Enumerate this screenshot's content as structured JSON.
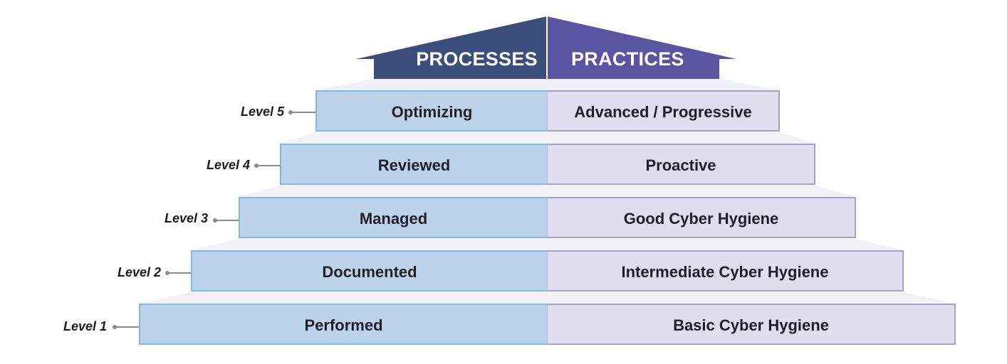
{
  "header": {
    "processes": "PROCESSES",
    "practices": "PRACTICES"
  },
  "levels": [
    {
      "level": "Level 1",
      "process": "Performed",
      "practice": "Basic Cyber Hygiene"
    },
    {
      "level": "Level 2",
      "process": "Documented",
      "practice": "Intermediate Cyber Hygiene"
    },
    {
      "level": "Level 3",
      "process": "Managed",
      "practice": "Good Cyber Hygiene"
    },
    {
      "level": "Level 4",
      "process": "Reviewed",
      "practice": "Proactive"
    },
    {
      "level": "Level 5",
      "process": "Optimizing",
      "practice": "Advanced / Progressive"
    }
  ],
  "colors": {
    "processes_roof": "#3c4f7c",
    "practices_roof": "#5a54a3",
    "process_fill": "#bdd3ea",
    "process_border": "#7cbbe7",
    "practice_fill": "#e1deef",
    "practice_border": "#a89fcf"
  }
}
